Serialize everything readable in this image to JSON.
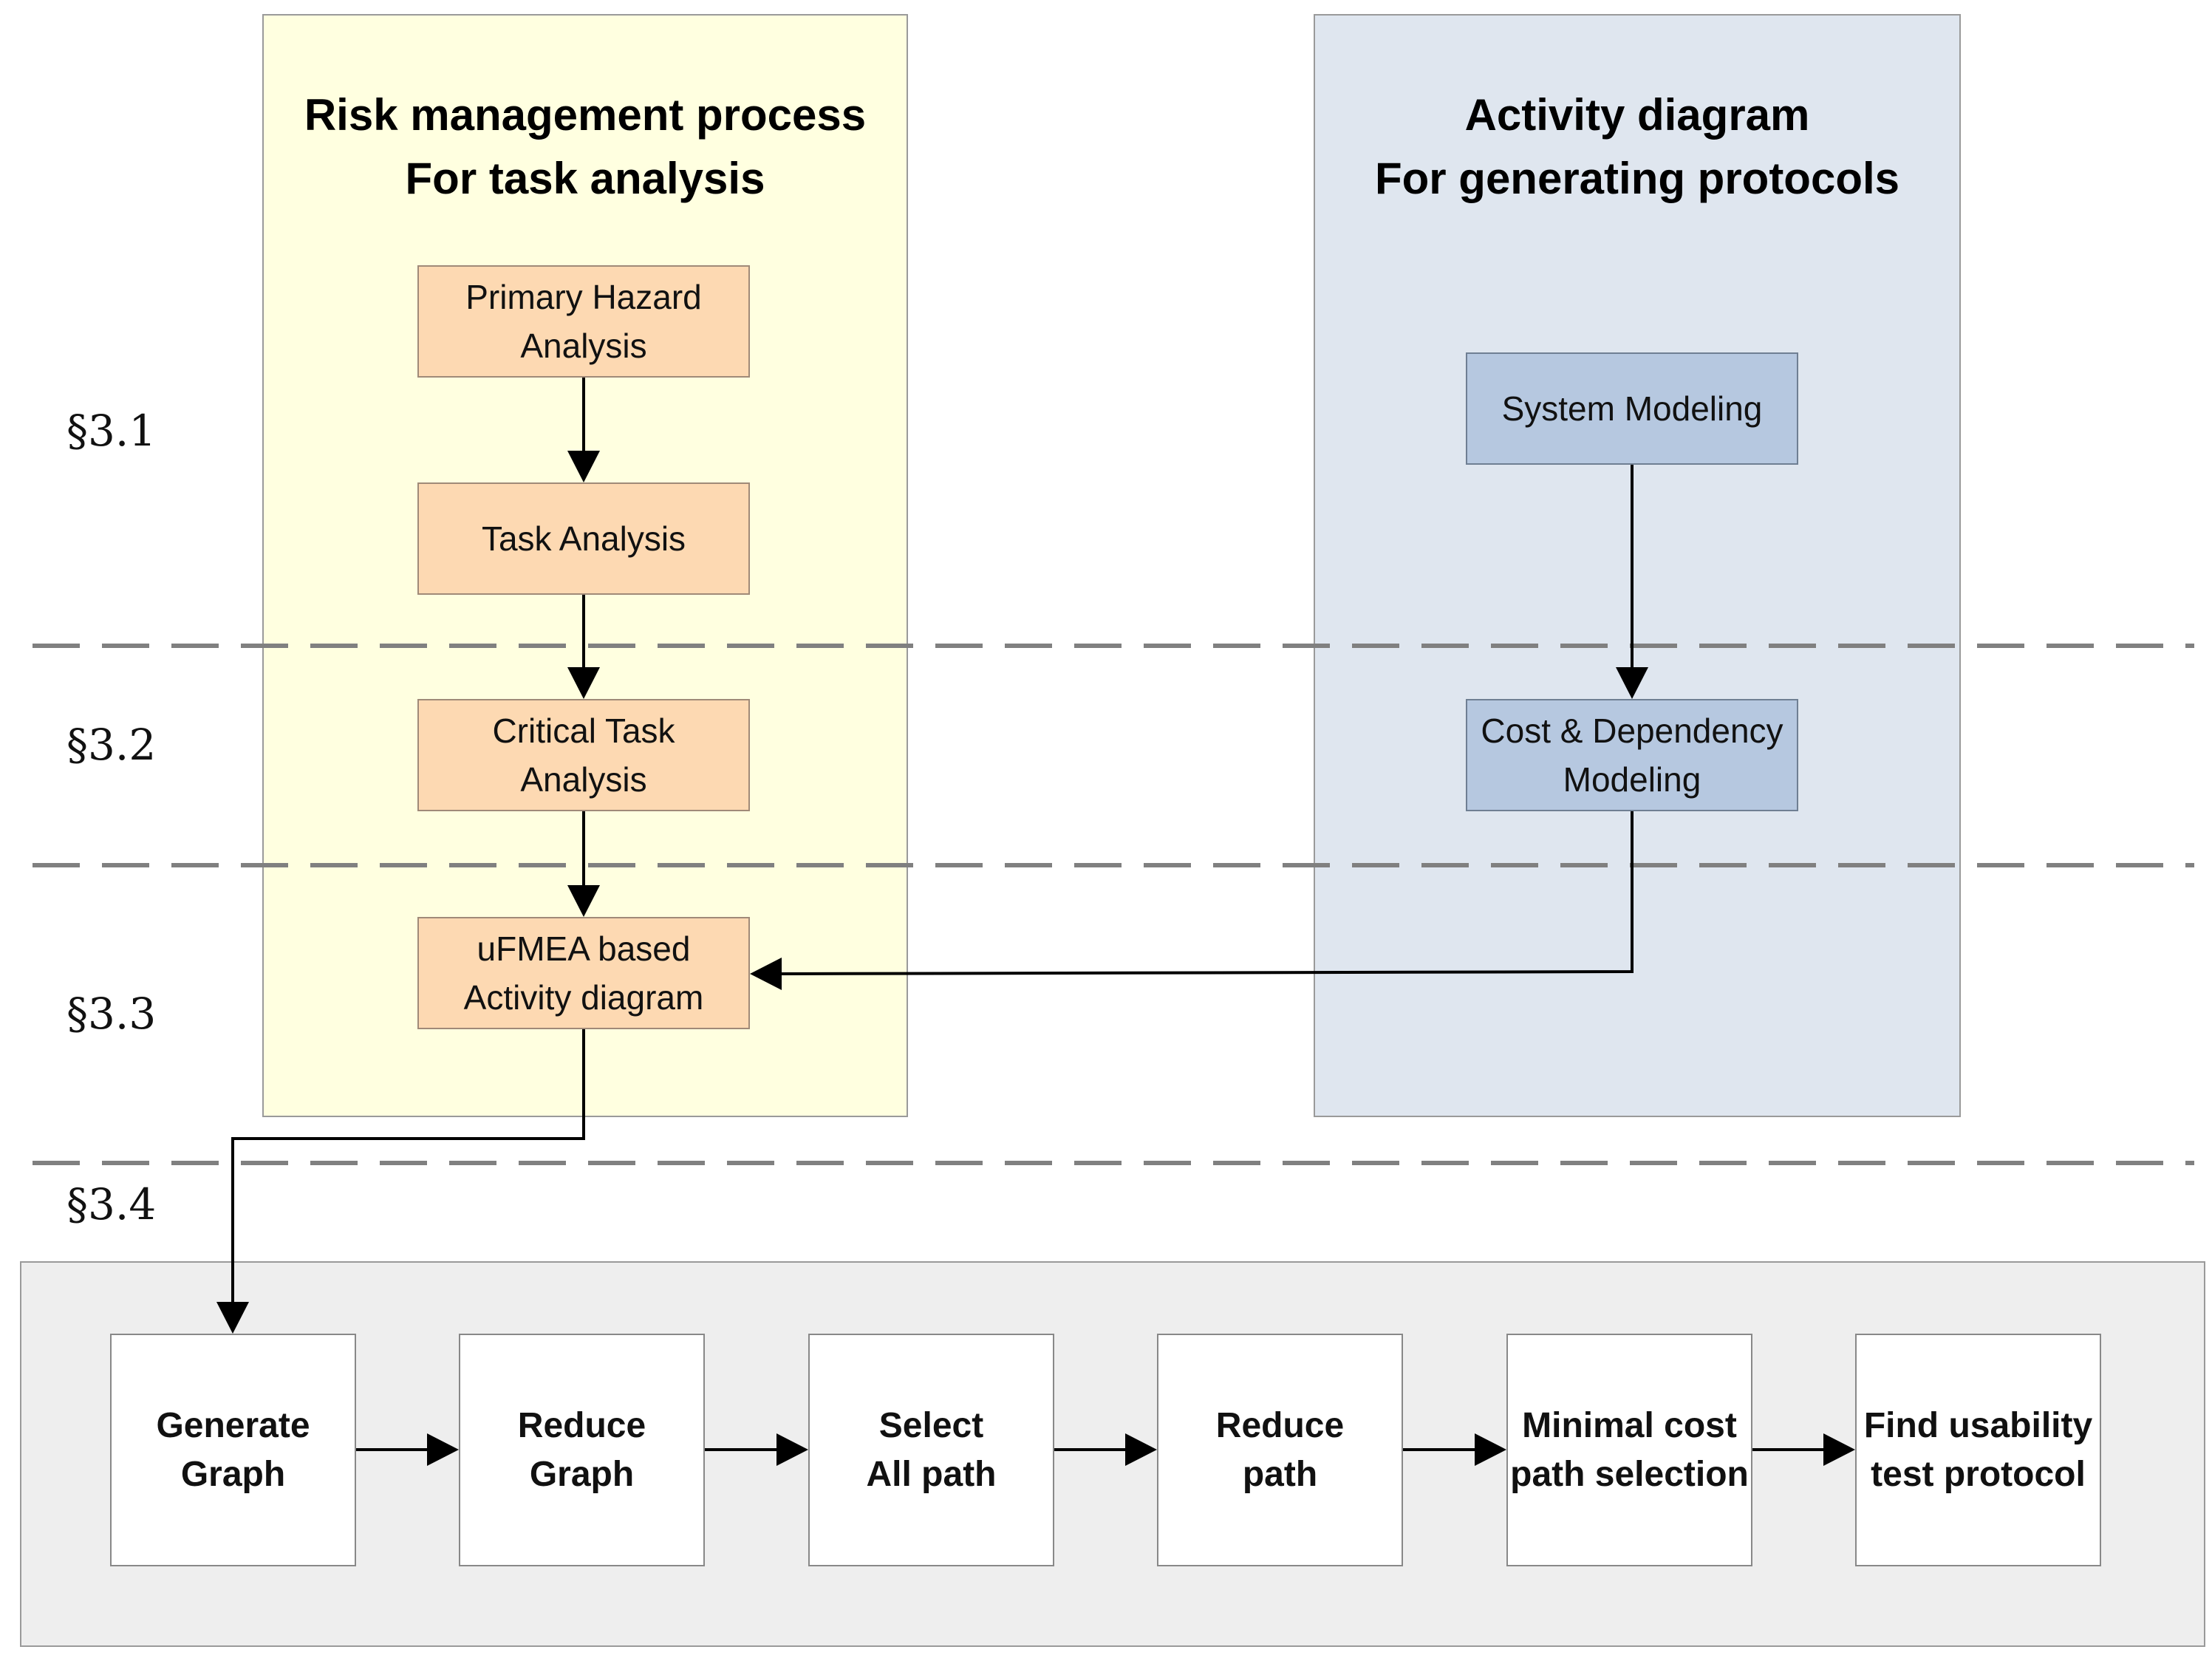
{
  "panels": {
    "risk": {
      "title_line1": "Risk management process",
      "title_line2": "For task analysis",
      "color": "#ffffe0"
    },
    "activity": {
      "title_line1": "Activity diagram",
      "title_line2": "For generating protocols",
      "color": "#dfe6ef"
    }
  },
  "sections": [
    "§3.1",
    "§3.2",
    "§3.3",
    "§3.4"
  ],
  "risk_boxes": [
    {
      "line1": "Primary Hazard",
      "line2": "Analysis"
    },
    {
      "line1": "Task Analysis",
      "line2": ""
    },
    {
      "line1": "Critical Task",
      "line2": "Analysis"
    },
    {
      "line1": "uFMEA based",
      "line2": "Activity diagram"
    }
  ],
  "activity_boxes": [
    {
      "line1": "System Modeling",
      "line2": ""
    },
    {
      "line1": "Cost & Dependency",
      "line2": "Modeling"
    }
  ],
  "pipeline_steps": [
    {
      "line1": "Generate",
      "line2": "Graph"
    },
    {
      "line1": "Reduce",
      "line2": "Graph"
    },
    {
      "line1": "Select",
      "line2": "All path"
    },
    {
      "line1": "Reduce",
      "line2": "path"
    },
    {
      "line1": "Minimal cost",
      "line2": "path selection"
    },
    {
      "line1": "Find usability",
      "line2": "test protocol"
    }
  ],
  "colors": {
    "risk_box": "#fdd9b2",
    "activity_box": "#b6c8e0",
    "pipeline_panel": "#eeeeee",
    "section_divider": "#808080"
  }
}
